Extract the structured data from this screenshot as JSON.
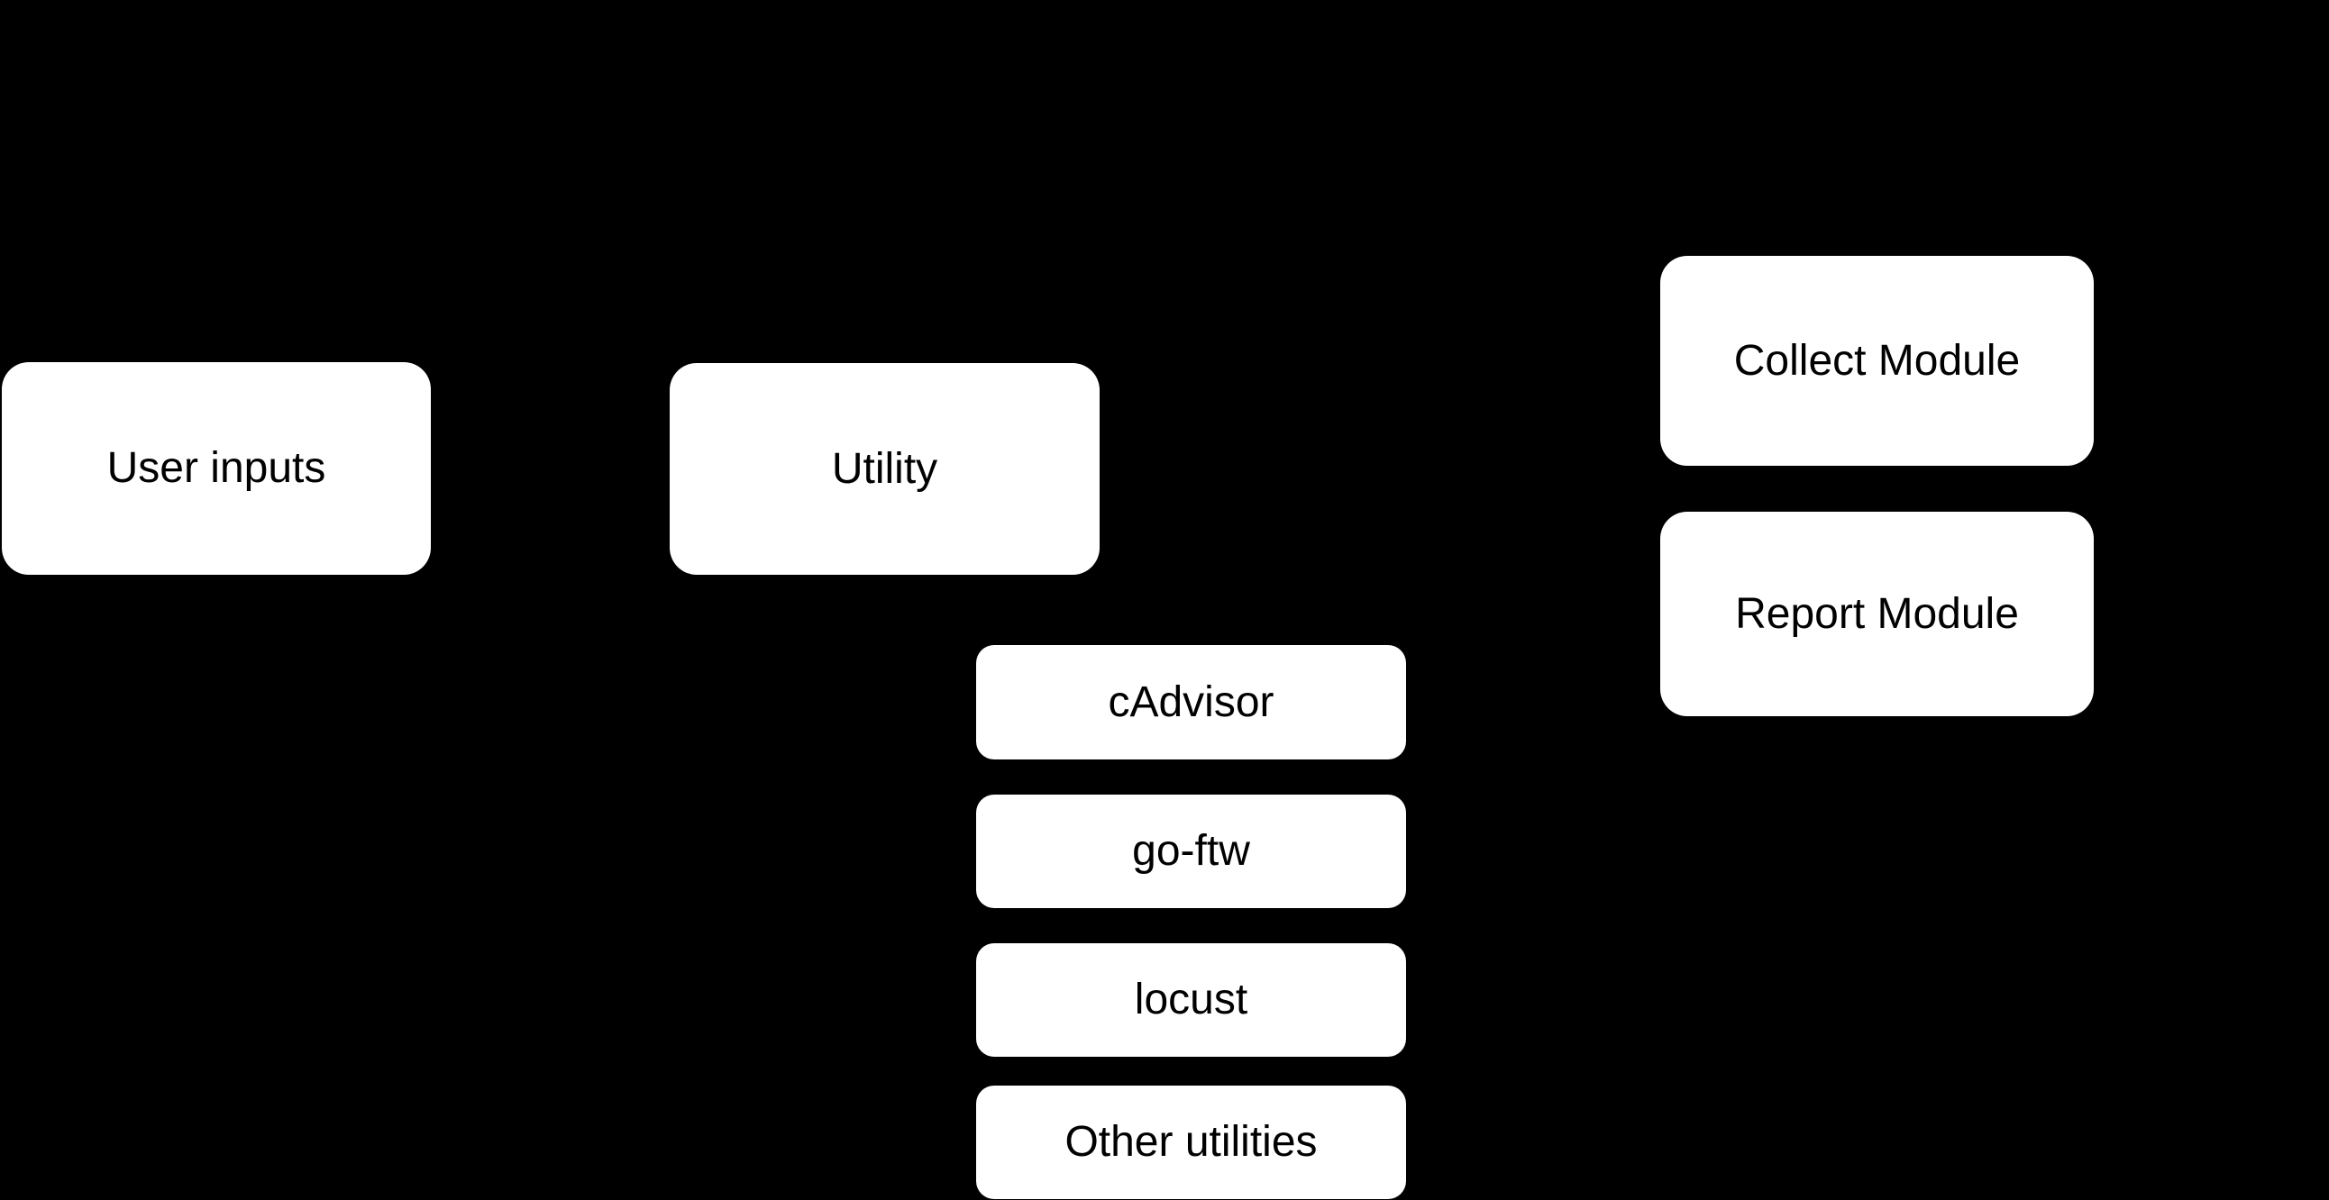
{
  "diagram": {
    "background_color": "#000000",
    "node_fill_color": "#ffffff",
    "node_text_color": "#000000",
    "nodes": {
      "user_inputs": {
        "label": "User inputs"
      },
      "utility": {
        "label": "Utility"
      },
      "cadvisor": {
        "label": "cAdvisor"
      },
      "go_ftw": {
        "label": "go-ftw"
      },
      "locust": {
        "label": "locust"
      },
      "other_utilities": {
        "label": "Other utilities"
      },
      "collect_module": {
        "label": "Collect Module"
      },
      "report_module": {
        "label": "Report Module"
      }
    }
  }
}
